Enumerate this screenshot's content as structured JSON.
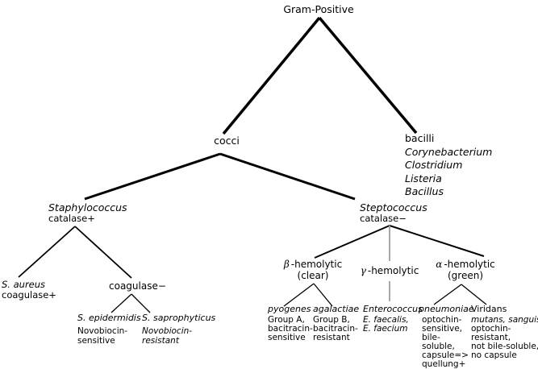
{
  "colors": {
    "edge": "#000000",
    "edge_gray": "#999999",
    "text": "#000000",
    "background": "#ffffff"
  },
  "nodes": {
    "gram_positive": {
      "label": "Gram-Positive"
    },
    "cocci": {
      "label": "cocci"
    },
    "bacilli": {
      "label": "bacilli",
      "genera": [
        "Corynebacterium",
        "Clostridium",
        "Listeria",
        "Bacillus"
      ]
    },
    "staphylococcus": {
      "name": "Staphylococcus",
      "test": "catalase+"
    },
    "steptococcus": {
      "name": "Steptococcus",
      "test": "catalase−"
    },
    "s_aureus": {
      "name": "S. aureus",
      "test": "coagulase+"
    },
    "coagulase_negative": {
      "label": "coagulase−"
    },
    "s_epidermidis": {
      "name": "S. epidermidis",
      "trait_lines": [
        "Novobiocin-",
        "sensitive"
      ]
    },
    "s_saprophyticus": {
      "name": "S. saprophyticus",
      "trait_lines": [
        "Novobiocin-",
        "resistant"
      ]
    },
    "beta_hemolytic": {
      "symbol": "β",
      "suffix": "-hemolytic",
      "qualifier": "(clear)"
    },
    "gamma_hemolytic": {
      "symbol": "γ",
      "suffix": "-hemolytic"
    },
    "alpha_hemolytic": {
      "symbol": "α",
      "suffix": "-hemolytic",
      "qualifier": "(green)"
    },
    "pyogenes": {
      "name": "pyogenes",
      "trait_lines": [
        "Group A,",
        "bacitracin-",
        "sensitive"
      ]
    },
    "agalactiae": {
      "name": "agalactiae",
      "trait_lines": [
        "Group B,",
        "bacitracin-",
        "resistant"
      ]
    },
    "enterococcus": {
      "name": "Enterococcus",
      "species_lines": [
        "E. faecalis,",
        "E. faecium"
      ]
    },
    "pneumoniae": {
      "name": "pneumoniae",
      "trait_lines": [
        "optochin-",
        "sensitive,",
        "bile-",
        "soluble,",
        "capsule=>",
        "quellung+"
      ]
    },
    "viridans": {
      "name": "Viridans",
      "species": "mutans, sanguis",
      "trait_lines": [
        "optochin-",
        "resistant,",
        "not bile-soluble,",
        "no capsule"
      ]
    }
  }
}
